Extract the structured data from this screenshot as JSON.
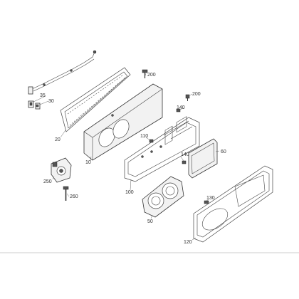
{
  "diagram": {
    "callouts": {
      "c35": "35",
      "c30": "30",
      "c20": "20",
      "c200a": "200",
      "c10": "10",
      "c200b": "200",
      "c140a": "140",
      "c110": "110",
      "c60": "60",
      "c140b": "140",
      "c250": "250",
      "c260": "260",
      "c100": "100",
      "c50": "50",
      "c130": "130",
      "c120": "120"
    },
    "colors": {
      "line": "#333333",
      "fill": "#f2f2f2",
      "separator": "#bbbbbb"
    }
  }
}
